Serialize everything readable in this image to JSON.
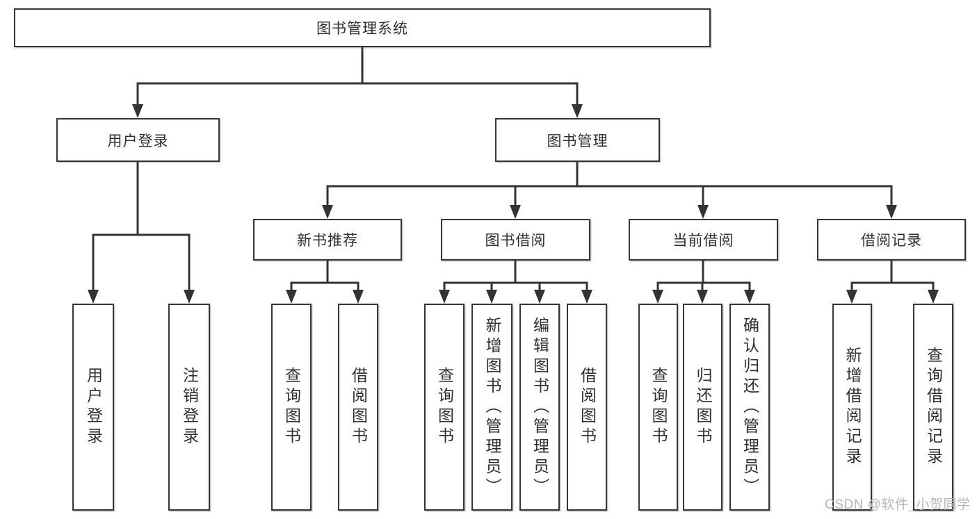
{
  "title": {
    "label": "图书管理系统"
  },
  "level2": {
    "user_login": "用户登录",
    "book_mgmt": "图书管理"
  },
  "level3": {
    "new_books": "新书推荐",
    "book_borrow": "图书借阅",
    "current_borrow": "当前借阅",
    "borrow_records": "借阅记录"
  },
  "leaves": {
    "user_login": [
      "用户登录",
      "注销登录"
    ],
    "new_books": [
      "查询图书",
      "借阅图书"
    ],
    "book_borrow": [
      "查询图书",
      "新增图书（管理员）",
      "编辑图书（管理员）",
      "借阅图书"
    ],
    "current_borrow": [
      "查询图书",
      "归还图书",
      "确认归还（管理员）"
    ],
    "borrow_records": [
      "新增借阅记录",
      "查询借阅记录"
    ]
  },
  "watermark": "CSDN @软件_小贺同学",
  "colors": {
    "line": "#333333",
    "box_border": "#363636",
    "text": "#2f2f2f",
    "watermark": "#b5b5b5",
    "background": "#ffffff"
  }
}
